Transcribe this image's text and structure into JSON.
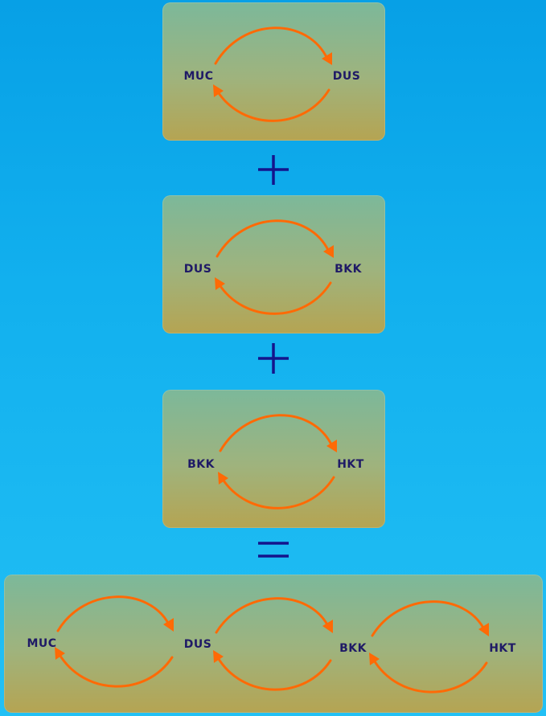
{
  "boxes": [
    {
      "from": "MUC",
      "to": "DUS"
    },
    {
      "from": "DUS",
      "to": "BKK"
    },
    {
      "from": "BKK",
      "to": "HKT"
    }
  ],
  "combined": [
    "MUC",
    "DUS",
    "BKK",
    "HKT"
  ],
  "operators": [
    "plus",
    "plus",
    "equals"
  ],
  "colors": {
    "arrow": "#ff6a06",
    "label": "#1f1a66",
    "operator": "#14148c",
    "box": "#9fb37d"
  }
}
